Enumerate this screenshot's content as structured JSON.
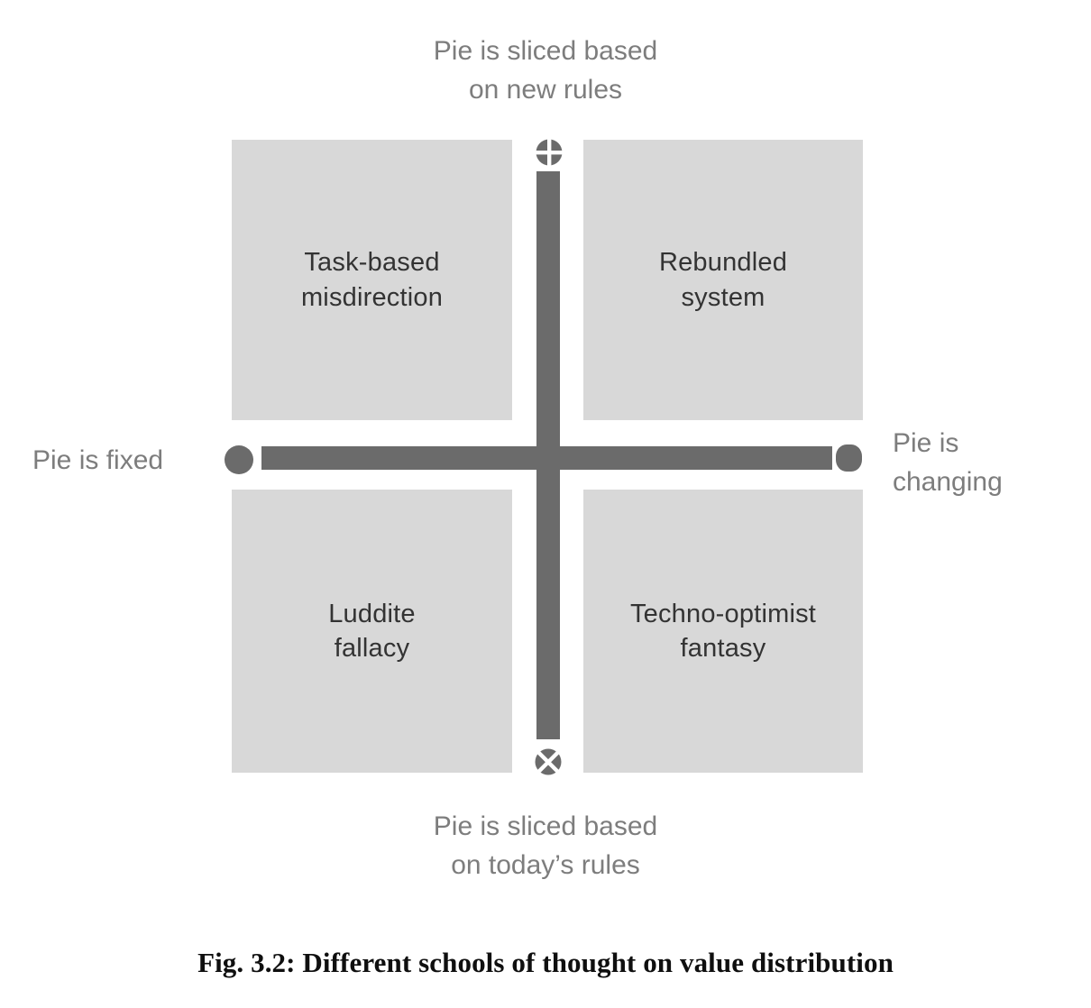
{
  "figure": {
    "axis_labels": {
      "top": "Pie is sliced based\non new rules",
      "bottom": "Pie is sliced based\non today’s rules",
      "left": "Pie is fixed",
      "right": "Pie is\nchanging"
    },
    "quadrants": [
      {
        "position": "top-left",
        "label": "Task-based\nmisdirection"
      },
      {
        "position": "top-right",
        "label": "Rebundled\nsystem"
      },
      {
        "position": "bottom-left",
        "label": "Luddite\nfallacy"
      },
      {
        "position": "bottom-right",
        "label": "Techno-optimist\nfantasy"
      }
    ],
    "icons": {
      "top": "pie-sliced-cross-icon",
      "bottom": "pie-sliced-x-icon",
      "left": "filled-circle-icon",
      "right": "rounded-blob-icon"
    },
    "caption": "Fig. 3.2: Different schools of thought on value distribution",
    "colors": {
      "axis": "#6b6b6b",
      "quadrant_bg": "#d8d8d8",
      "quadrant_text": "#333333",
      "axis_label_text": "#7d7d7d",
      "caption_text": "#0f0f0f",
      "background": "#ffffff"
    }
  }
}
